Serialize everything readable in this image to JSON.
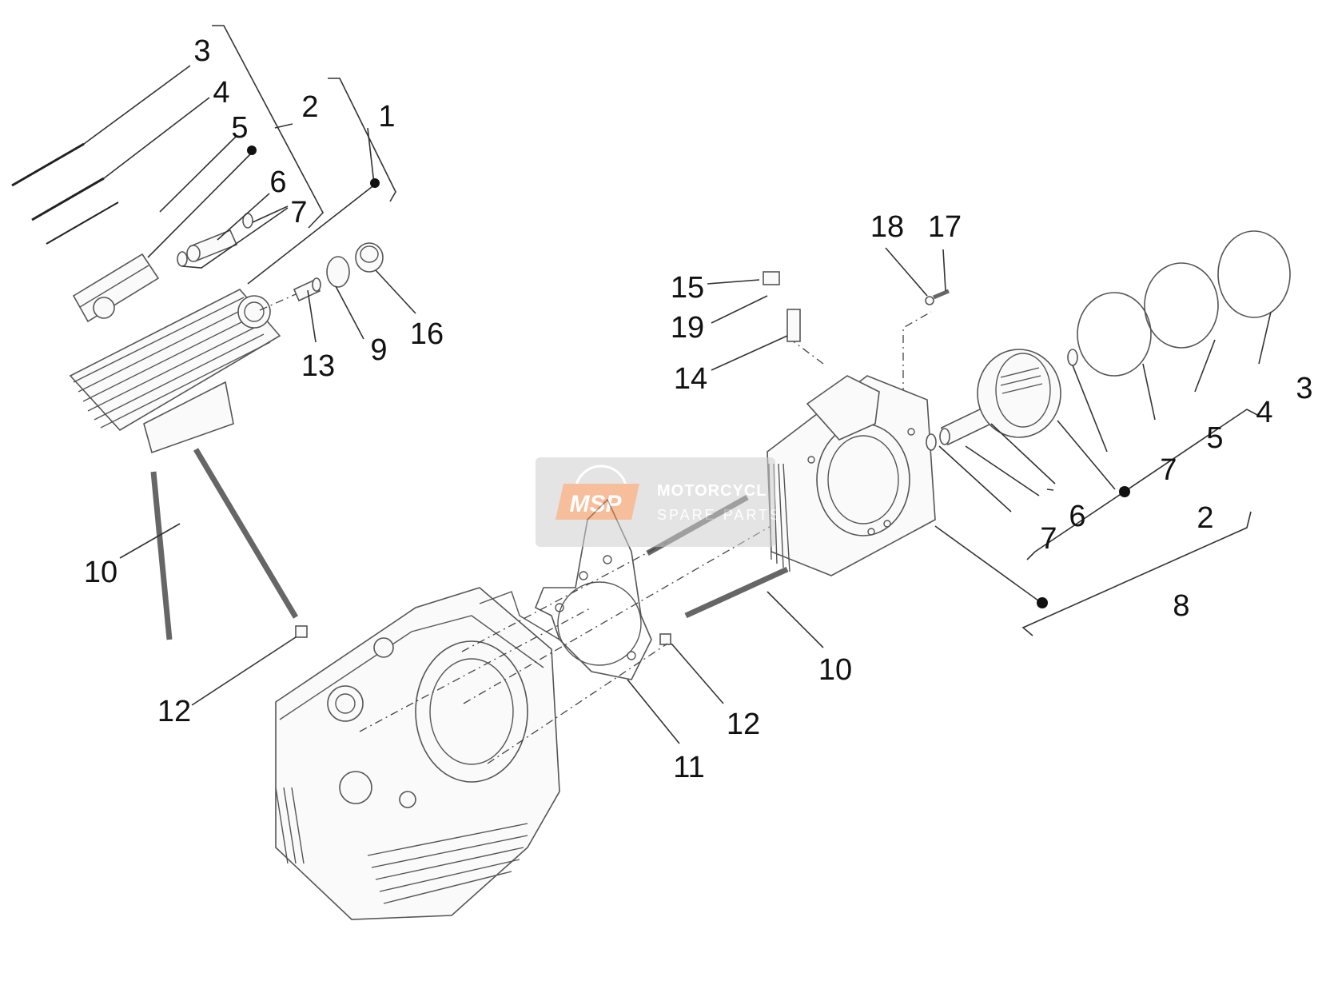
{
  "callouts": {
    "c1": "1",
    "c2a": "2",
    "c3a": "3",
    "c4a": "4",
    "c5a": "5",
    "c6a": "6",
    "c7a": "7",
    "c9": "9",
    "c13": "13",
    "c16": "16",
    "c10a": "10",
    "c12a": "12",
    "c18": "18",
    "c17": "17",
    "c15": "15",
    "c19": "19",
    "c14": "14",
    "c3b": "3",
    "c4b": "4",
    "c5b": "5",
    "c7b": "7",
    "c6b": "6",
    "c7c": "7",
    "c2b": "2",
    "c8": "8",
    "c10b": "10",
    "c12b": "12",
    "c11": "11"
  },
  "watermark": {
    "badge": "MSP",
    "line1": "MOTORCYCL",
    "line2": "SPARE PARTS"
  },
  "colors": {
    "watermark_bg": "#d9d9d9",
    "badge_orange": "#f08a4b",
    "line_art": "#555555"
  }
}
